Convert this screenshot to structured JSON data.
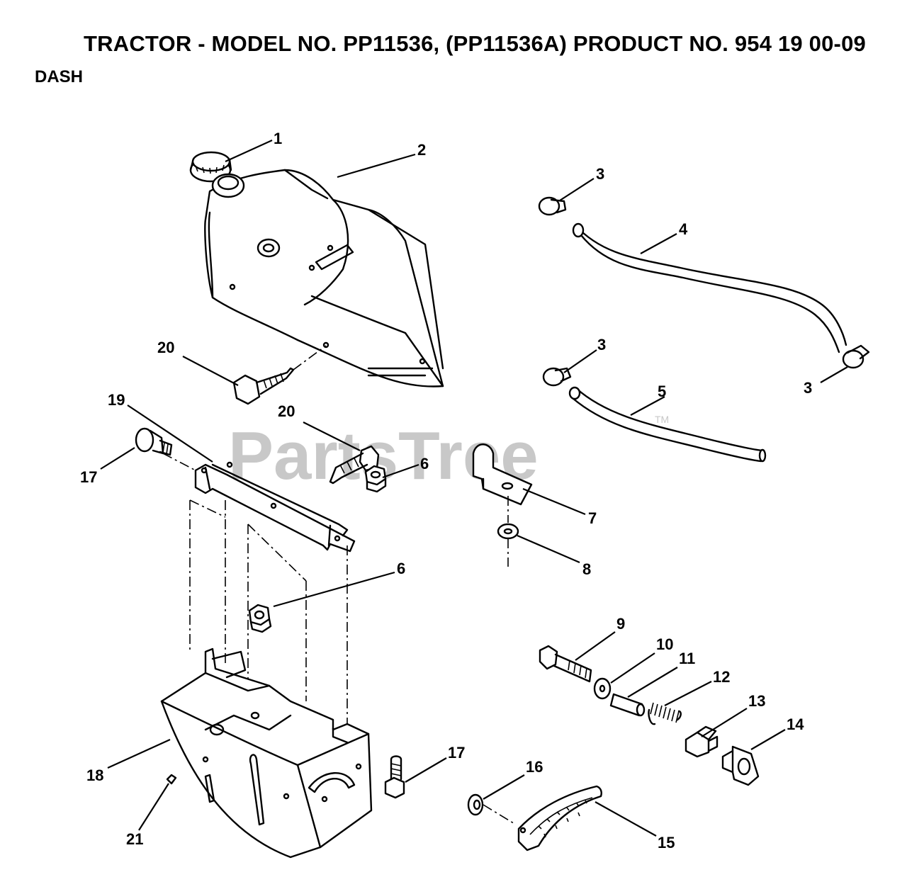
{
  "header": {
    "title": "TRACTOR - MODEL NO. PP11536, (PP11536A)  PRODUCT NO. 954 19 00-09",
    "subtitle": "DASH"
  },
  "watermark": {
    "text": "PartsTree",
    "trademark": "TM"
  },
  "callouts": {
    "c1": "1",
    "c2": "2",
    "c3a": "3",
    "c3b": "3",
    "c3c": "3",
    "c4": "4",
    "c5": "5",
    "c6a": "6",
    "c6b": "6",
    "c7": "7",
    "c8": "8",
    "c9": "9",
    "c10": "10",
    "c11": "11",
    "c12": "12",
    "c13": "13",
    "c14": "14",
    "c15": "15",
    "c16": "16",
    "c17a": "17",
    "c17b": "17",
    "c18": "18",
    "c19": "19",
    "c20a": "20",
    "c20b": "20",
    "c21": "21"
  }
}
